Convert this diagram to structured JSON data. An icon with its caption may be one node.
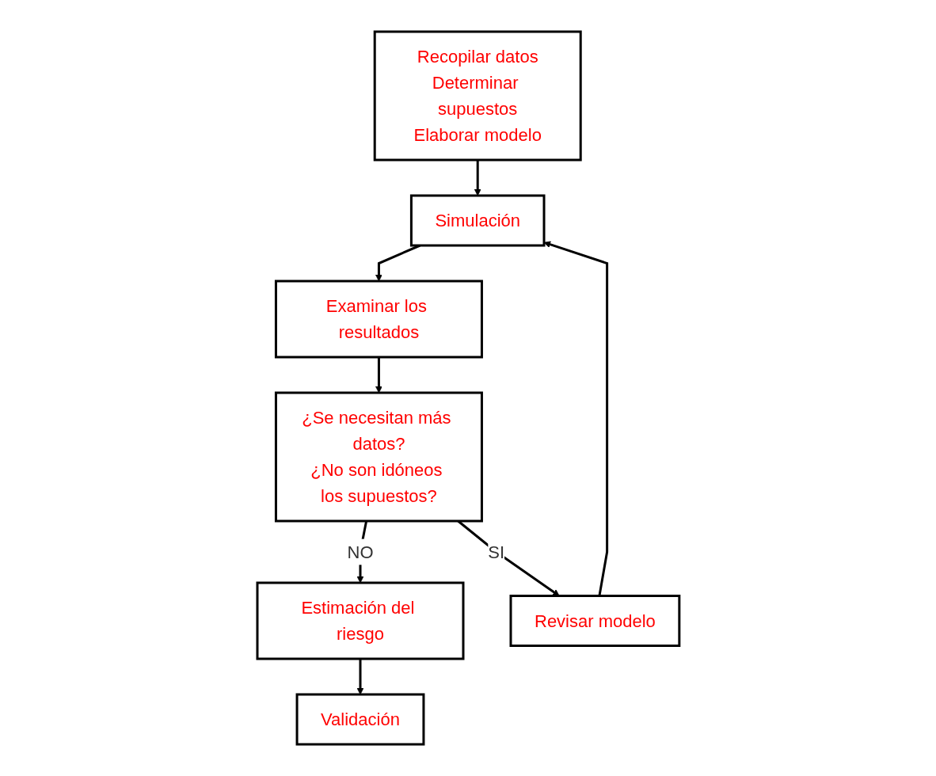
{
  "diagram": {
    "nodes": [
      {
        "text": [
          "Recopilar datos",
          "Determinar supuestos",
          "Elaborar modelo"
        ]
      },
      {
        "text": [
          "Simulación"
        ]
      },
      {
        "text": [
          "Examinar los resultados"
        ]
      },
      {
        "text": [
          "¿Se necesitan más datos?",
          "¿No son idóneos los supuestos?"
        ]
      },
      {
        "text": [
          "Estimación del riesgo"
        ]
      },
      {
        "text": [
          "Validación"
        ]
      },
      {
        "text": [
          "Revisar modelo"
        ]
      }
    ],
    "edges": [
      {
        "from": 0,
        "to": 1,
        "arrow": "to"
      },
      {
        "from": 1,
        "to": 2,
        "arrow": "to"
      },
      {
        "from": 2,
        "to": 3,
        "arrow": "to"
      },
      {
        "from": 3,
        "to": 4,
        "arrow": "to",
        "label": "NO"
      },
      {
        "from": 4,
        "to": 5,
        "arrow": "to"
      },
      {
        "from": 3,
        "to": 6,
        "arrow": "to",
        "label": "SI"
      },
      {
        "from": 6,
        "to": 1,
        "arrow": "to"
      }
    ]
  }
}
